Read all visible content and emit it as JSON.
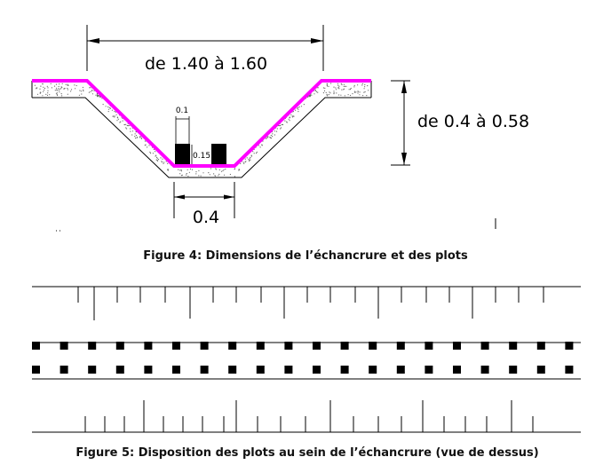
{
  "figure4": {
    "caption": "Figure 4: Dimensions de l’échancrure et des plots",
    "dim_top_width": "de 1.40 à 1.60",
    "dim_height": "de 0.4 à 0.58",
    "dim_bottom_width": "0.4",
    "dim_stud_width": "0.1",
    "dim_stud_height": "0.15",
    "colors": {
      "profile": "#ff00ff",
      "concrete": "#000000",
      "stud": "#000000"
    }
  },
  "figure5": {
    "caption": "Figure 5: Disposition des plots au sein de l’échancrure (vue de dessus)",
    "stud_rows": 2,
    "studs_per_row": 20,
    "stagger": true
  }
}
